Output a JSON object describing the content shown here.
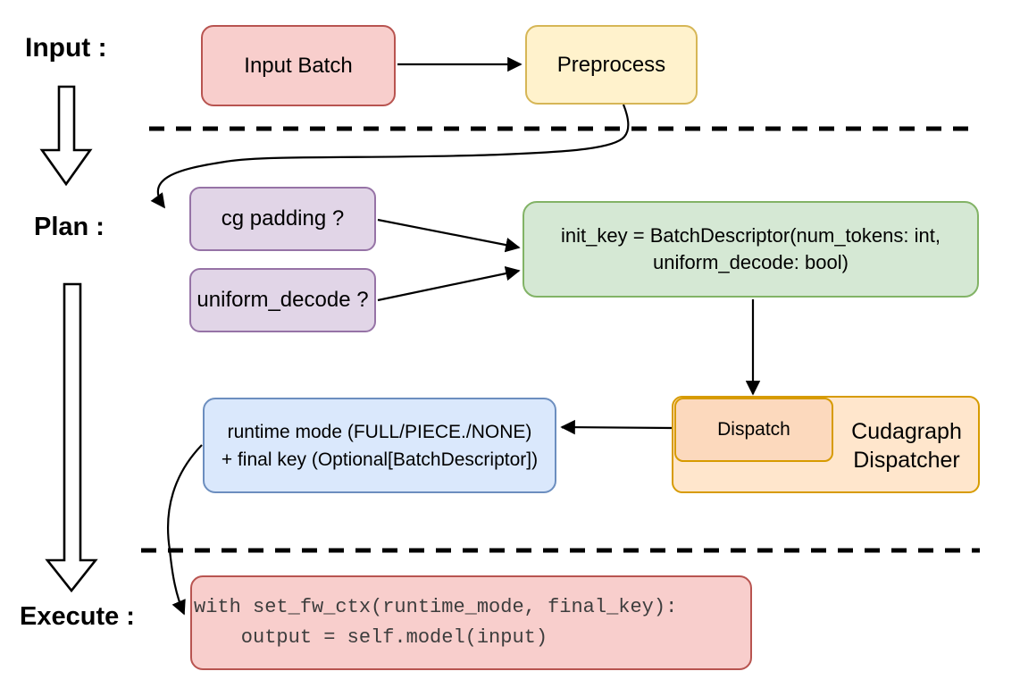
{
  "diagram": {
    "stage_labels": {
      "input": "Input :",
      "plan": "Plan :",
      "execute": "Execute :"
    },
    "nodes": {
      "input_batch": {
        "label": "Input Batch"
      },
      "preprocess": {
        "label": "Preprocess"
      },
      "cg_padding": {
        "label": "cg padding ?"
      },
      "uniform_decode": {
        "label": "uniform_decode ?"
      },
      "init_key": {
        "line1": "init_key = BatchDescriptor(num_tokens: int,",
        "line2": "uniform_decode: bool)"
      },
      "runtime_mode": {
        "line1": "runtime mode (FULL/PIECE./NONE)",
        "line2": "+ final key (Optional[BatchDescriptor])"
      },
      "dispatch": {
        "label": "Dispatch"
      },
      "cudagraph_dispatcher": {
        "line1": "Cudagraph",
        "line2": "Dispatcher"
      },
      "execute_code": {
        "line1": "with set_fw_ctx(runtime_mode, final_key):",
        "line2": "    output = self.model(input)"
      }
    },
    "palette": {
      "red_fill": "#f8cecc",
      "red_stroke": "#b85450",
      "yellow_fill": "#fff2cc",
      "yellow_stroke": "#d6b656",
      "purple_fill": "#e1d5e7",
      "purple_stroke": "#9673a6",
      "green_fill": "#d5e8d4",
      "green_stroke": "#82b366",
      "blue_fill": "#dae8fc",
      "blue_stroke": "#6c8ebf",
      "orange_fill": "#ffe6cc",
      "orange_stroke": "#d79b00",
      "peach_fill": "#fcd9bd",
      "connector": "#000000",
      "code_text": "#3d3d3d"
    }
  }
}
